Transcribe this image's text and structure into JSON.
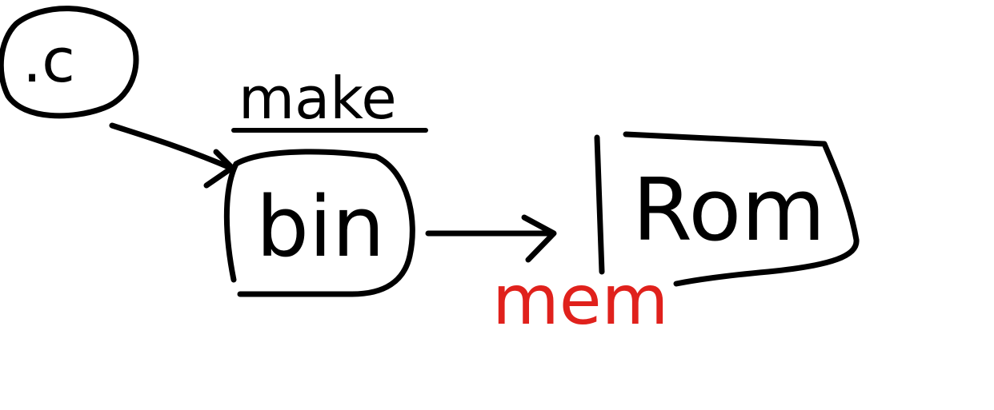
{
  "colors": {
    "ink": "#000000",
    "annotation": "#e0211c",
    "background": "#ffffff"
  },
  "nodes": {
    "source": {
      "label": ".c"
    },
    "build_step": {
      "label": "make"
    },
    "binary": {
      "label": "bin"
    },
    "storage": {
      "label": "Rom"
    }
  },
  "annotation": {
    "label": "mem"
  }
}
